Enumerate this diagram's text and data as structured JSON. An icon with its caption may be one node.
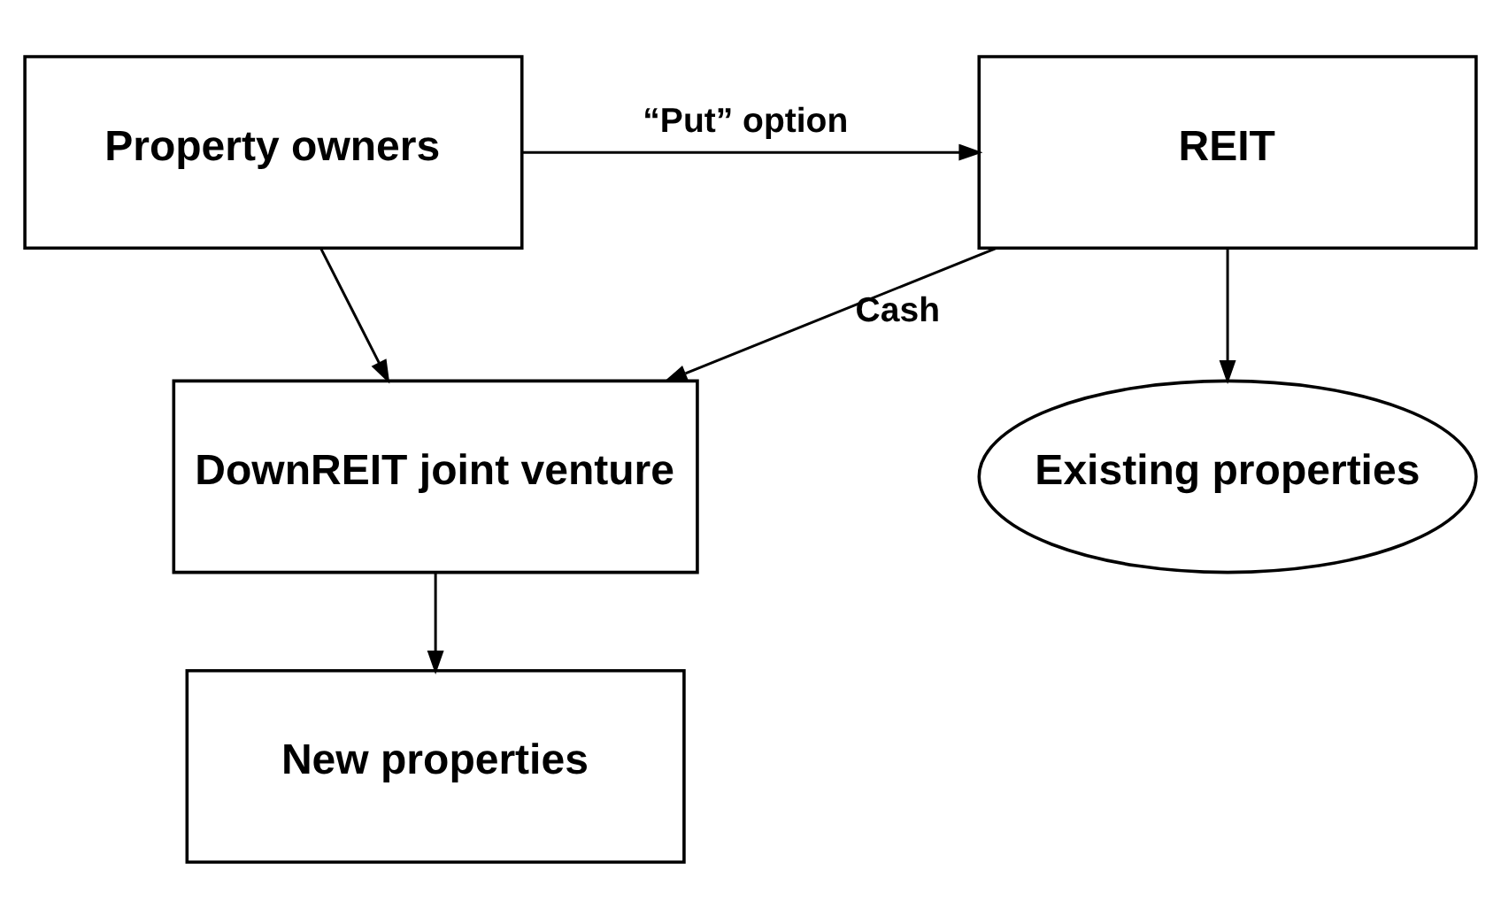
{
  "diagram": {
    "nodes": [
      {
        "text": [
          "Property owners"
        ]
      },
      {
        "text": [
          "REIT"
        ]
      },
      {
        "text": [
          "DownREIT joint venture"
        ]
      },
      {
        "text": [
          "Existing properties"
        ]
      },
      {
        "text": [
          "New properties"
        ]
      }
    ],
    "edges": [
      {
        "from": 0,
        "to": 1,
        "arrow": "to",
        "label": "“Put” option"
      },
      {
        "from": 0,
        "to": 2,
        "arrow": "to"
      },
      {
        "from": 1,
        "to": 2,
        "arrow": "to",
        "label": "Cash"
      },
      {
        "from": 1,
        "to": 3,
        "arrow": "to"
      },
      {
        "from": 2,
        "to": 4,
        "arrow": "to"
      }
    ]
  }
}
